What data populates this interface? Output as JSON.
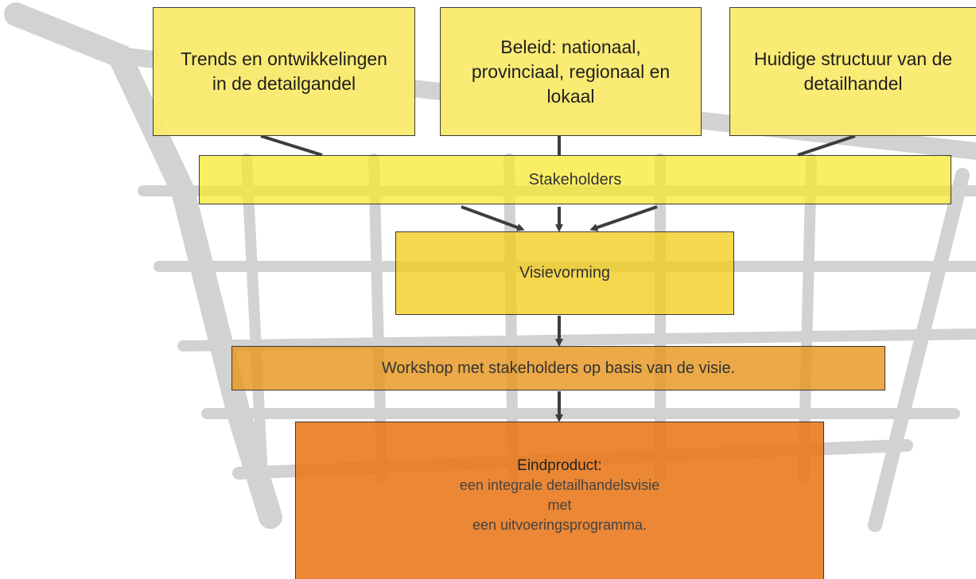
{
  "boxes": {
    "trends": [
      "Trends en ontwikkelingen",
      "in de detailgandel"
    ],
    "beleid": [
      "Beleid: nationaal,",
      "provinciaal, regionaal en",
      "lokaal"
    ],
    "structuur": [
      "Huidige structuur van de",
      "detailhandel"
    ]
  },
  "stakeholders": "Stakeholders",
  "visievorming": "Visievorming",
  "workshop": "Workshop met stakeholders op basis van de visie.",
  "eindproduct": {
    "title": "Eindproduct:",
    "lines": [
      "een integrale detailhandelsvisie",
      "met",
      "een uitvoeringsprogramma."
    ]
  },
  "colors": {
    "top_box": "#FAEA6E",
    "stakeholders": "#F8E828",
    "visievorming": "#F4CD1E",
    "workshop": "#E6961E",
    "eindproduct": "#E87619",
    "connector": "#3d3d3d"
  }
}
